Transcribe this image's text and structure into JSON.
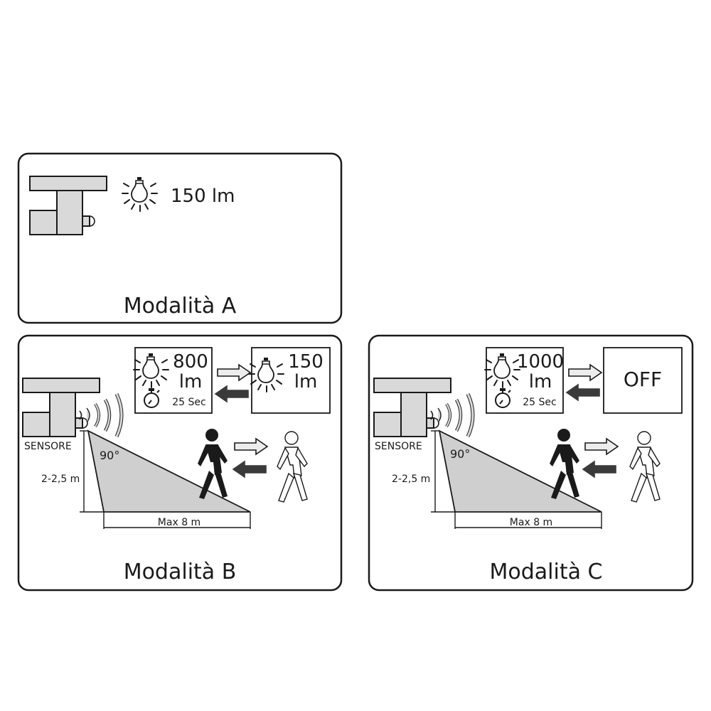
{
  "panels": {
    "a": {
      "title": "Modalità A",
      "lumen": "150 lm"
    },
    "b": {
      "title": "Modalità B",
      "box_left": {
        "line1": "800",
        "line2": "lm",
        "timer": "25 Sec"
      },
      "box_right": {
        "line1": "150",
        "line2": "lm"
      },
      "sensor_label": "SENSORE",
      "angle": "90°",
      "height": "2-2,5 m",
      "distance": "Max 8 m"
    },
    "c": {
      "title": "Modalità C",
      "box_left": {
        "line1": "1000",
        "line2": "lm",
        "timer": "25 Sec"
      },
      "box_right": {
        "state": "OFF"
      },
      "sensor_label": "SENSORE",
      "angle": "90°",
      "height": "2-2,5 m",
      "distance": "Max 8 m"
    }
  },
  "icons": [
    "lightbulb-icon",
    "stopwatch-icon",
    "arrow-right-icon",
    "arrow-left-icon",
    "person-walking-icon",
    "sensor-waves-icon"
  ],
  "colors": {
    "fixture": "#d9d9d9",
    "cone": "#cfcfcf",
    "arrow_dark": "#3a3a3a",
    "arrow_light": "#ededed",
    "outline": "#1a1a1a"
  }
}
